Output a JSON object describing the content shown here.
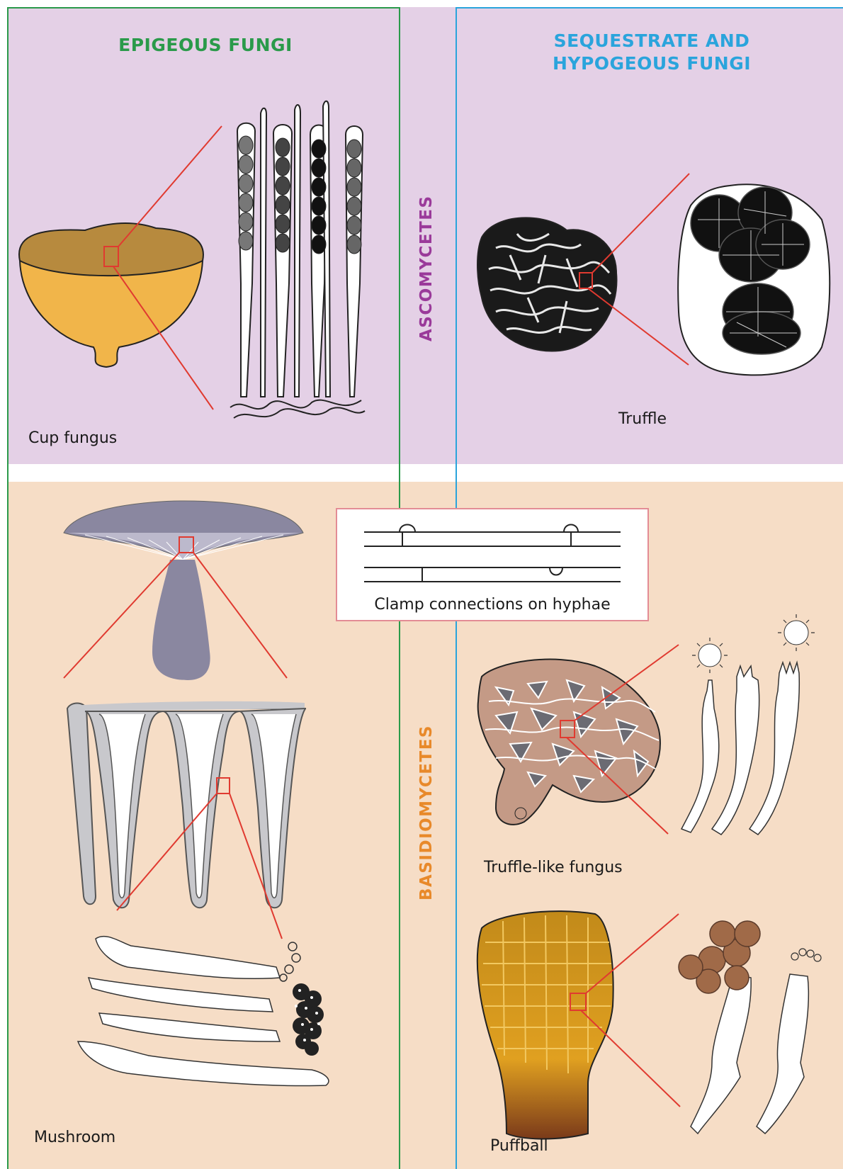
{
  "headings": {
    "epigeous": "EPIGEOUS FUNGI",
    "sequestrate": [
      "SEQUESTRATE AND",
      "HYPOGEOUS FUNGI"
    ]
  },
  "groups": {
    "ascomycetes": "ASCOMYCETES",
    "basidiomycetes": "BASIDIOMYCETES"
  },
  "labels": {
    "cup_fungus": "Cup fungus",
    "truffle": "Truffle",
    "mushroom": "Mushroom",
    "truffle_like": "Truffle-like fungus",
    "puffball": "Puffball",
    "clamp": "Clamp connections on hyphae"
  },
  "colors": {
    "asco_bg": "#e4d0e6",
    "basidio_bg": "#f6ddc6",
    "epigeous_text": "#2a9a4a",
    "sequestrate_text": "#2aa4dc",
    "ascomycetes_text": "#9a3a9a",
    "basidiomycetes_text": "#e8892a",
    "zoom_line": "#e03a30",
    "epigeous_divider": "#2a9a4a",
    "sequestrate_divider": "#2aa4dc"
  }
}
